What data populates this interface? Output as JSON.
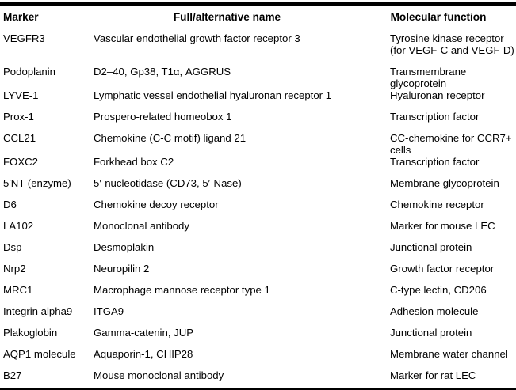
{
  "table": {
    "columns": [
      {
        "key": "marker",
        "label": "Marker"
      },
      {
        "key": "fullname",
        "label": "Full/alternative name"
      },
      {
        "key": "function",
        "label": "Molecular function"
      }
    ],
    "rows": [
      {
        "marker": "VEGFR3",
        "fullname": "Vascular endothelial growth factor receptor 3",
        "function": "Tyrosine kinase receptor",
        "function_line2": "(for VEGF-C and VEGF-D)"
      },
      {
        "marker": "Podoplanin",
        "fullname": "D2–40, Gp38, T1α, AGGRUS",
        "function": "Transmembrane glycoprotein"
      },
      {
        "marker": "LYVE-1",
        "fullname": "Lymphatic vessel endothelial hyaluronan receptor 1",
        "function": "Hyaluronan receptor"
      },
      {
        "marker": "Prox-1",
        "fullname": "Prospero-related homeobox 1",
        "function": "Transcription factor"
      },
      {
        "marker": "CCL21",
        "fullname": "Chemokine (C-C motif) ligand 21",
        "function": "CC-chemokine for CCR7+ cells"
      },
      {
        "marker": "FOXC2",
        "fullname": "Forkhead box C2",
        "function": "Transcription factor"
      },
      {
        "marker": "5′NT (enzyme)",
        "fullname": "5′-nucleotidase (CD73, 5′-Nase)",
        "function": "Membrane glycoprotein"
      },
      {
        "marker": "D6",
        "fullname": "Chemokine decoy receptor",
        "function": "Chemokine receptor"
      },
      {
        "marker": "LA102",
        "fullname": "Monoclonal antibody",
        "function": "Marker for mouse LEC"
      },
      {
        "marker": "Dsp",
        "fullname": "Desmoplakin",
        "function": "Junctional protein"
      },
      {
        "marker": "Nrp2",
        "fullname": "Neuropilin 2",
        "function": "Growth factor receptor"
      },
      {
        "marker": "MRC1",
        "fullname": "Macrophage mannose receptor type 1",
        "function": "C-type lectin, CD206"
      },
      {
        "marker": "Integrin alpha9",
        "fullname": "ITGA9",
        "function": "Adhesion molecule"
      },
      {
        "marker": "Plakoglobin",
        "fullname": "Gamma-catenin, JUP",
        "function": "Junctional protein"
      },
      {
        "marker": "AQP1 molecule",
        "fullname": "Aquaporin-1, CHIP28",
        "function": "Membrane water channel"
      },
      {
        "marker": "B27",
        "fullname": "Mouse monoclonal antibody",
        "function": "Marker for rat LEC"
      }
    ]
  },
  "style": {
    "text_color": "#000000",
    "rule_color": "#000000",
    "background": "#ffffff"
  }
}
